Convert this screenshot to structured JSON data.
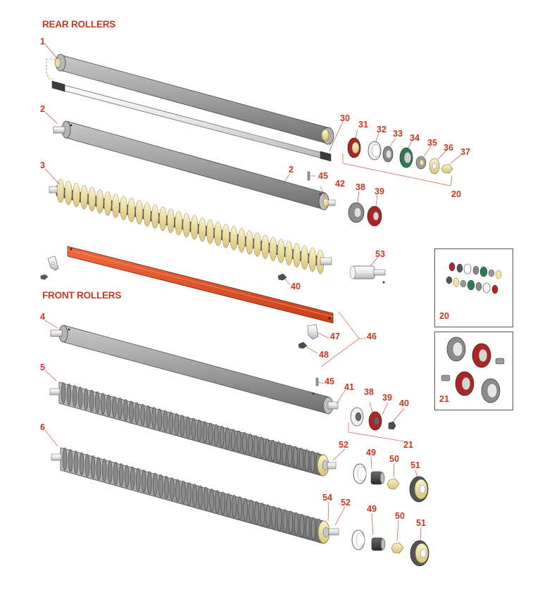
{
  "sections": {
    "rear": "REAR ROLLERS",
    "front": "FRONT ROLLERS"
  },
  "callouts": {
    "c1": "1",
    "c2a": "2",
    "c2b": "2",
    "c3": "3",
    "c4": "4",
    "c5": "5",
    "c6": "6",
    "c30": "30",
    "c31": "31",
    "c32": "32",
    "c33": "33",
    "c34": "34",
    "c35": "35",
    "c36": "36",
    "c37": "37",
    "c20": "20",
    "c45a": "45",
    "c42": "42",
    "c38a": "38",
    "c39a": "39",
    "c53": "53",
    "c40a": "40",
    "c47": "47",
    "c46": "46",
    "c48": "48",
    "c45b": "45",
    "c41": "41",
    "c38b": "38",
    "c39b": "39",
    "c40b": "40",
    "c21": "21",
    "c52a": "52",
    "c49a": "49",
    "c50a": "50",
    "c51a": "51",
    "c54": "54",
    "c52b": "52",
    "c49b": "49",
    "c50b": "50",
    "c51b": "51"
  },
  "insets": {
    "kit20": "20",
    "kit21": "21"
  },
  "colors": {
    "accent_red": "#c8371f",
    "roller_gray": "#9c9c9c",
    "bar_orange": "#e8512a",
    "cream": "#efe3a8",
    "seal_red": "#b02424",
    "seal_green": "#2f7a55"
  }
}
